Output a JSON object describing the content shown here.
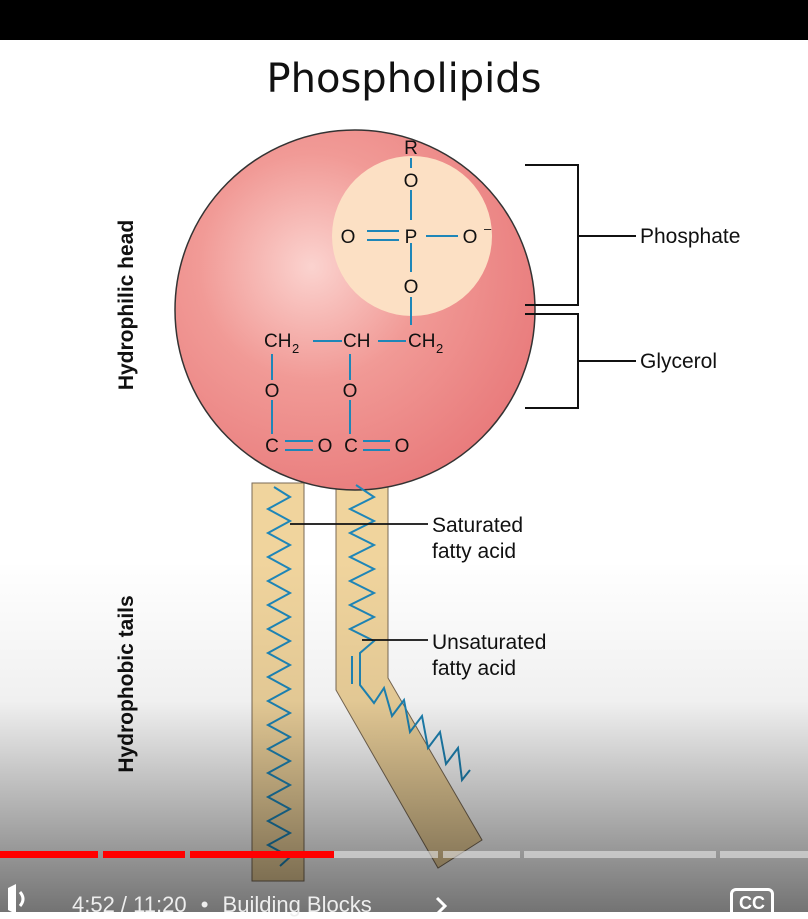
{
  "slide": {
    "title": "Phospholipids",
    "side_labels": {
      "head": "Hydrophilic head",
      "tails": "Hydrophobic tails"
    },
    "callouts": {
      "phosphate": "Phosphate",
      "glycerol": "Glycerol",
      "saturated_line1": "Saturated",
      "saturated_line2": "fatty acid",
      "unsaturated_line1": "Unsaturated",
      "unsaturated_line2": "fatty acid"
    },
    "molecule": {
      "r": "R",
      "o": "O",
      "eq": "=",
      "p": "P",
      "dash": "—",
      "o_minus": "O",
      "minus": "–",
      "ch2": "CH",
      "ch": "CH",
      "sub2": "2",
      "c": "C"
    }
  },
  "player": {
    "progress_fraction": 0.413,
    "time": "4:52 / 11:20",
    "separator": "•",
    "chapter": "Building Blocks",
    "cc_label": "CC"
  },
  "colors": {
    "head_fill": "#ef8a87",
    "phosphate_fill": "#fce0c4",
    "tail_fill": "#f0d49d",
    "bond_blue": "#1e86b8",
    "progress_red": "#ff0000"
  }
}
